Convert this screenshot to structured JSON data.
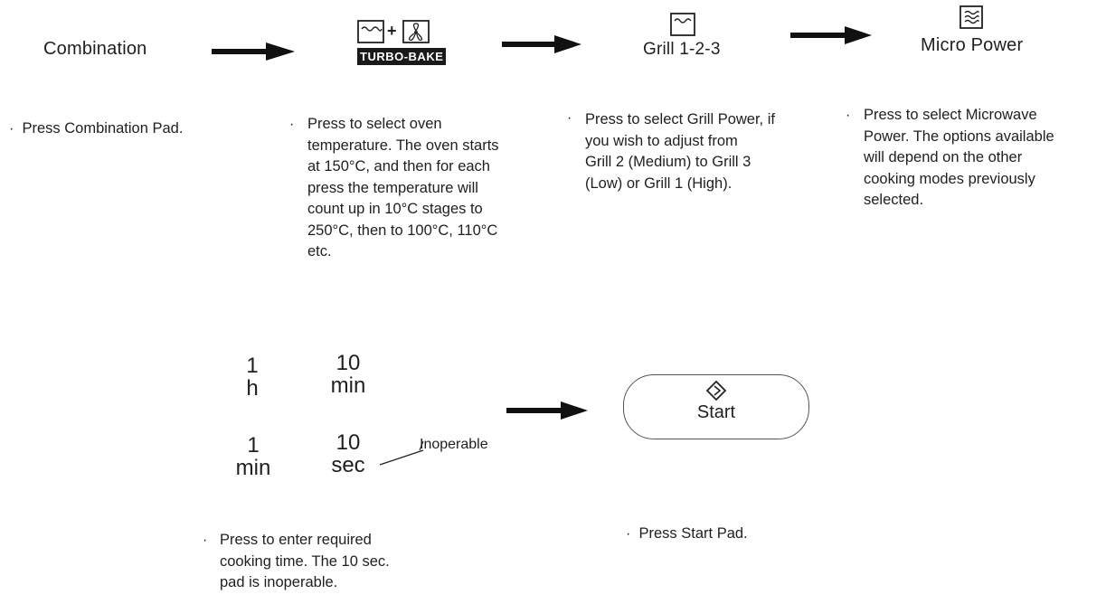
{
  "steps": [
    {
      "pad_label": "Combination",
      "description": [
        "Press Combination Pad."
      ]
    },
    {
      "badge": "TURBO-BAKE",
      "plus": "+",
      "icons": [
        "oven-grill-icon",
        "fan-icon"
      ],
      "description": [
        "Press to select oven",
        "temperature. The oven starts",
        "at 150°C, and then for each",
        "press the temperature will",
        "count up in 10°C stages to",
        "250°C, then to 100°C, 110°C",
        "etc."
      ]
    },
    {
      "pad_label": "Grill 1-2-3",
      "icons": [
        "grill-icon"
      ],
      "description": [
        "Press to select Grill Power, if",
        "you wish to adjust from",
        "Grill 2 (Medium) to Grill 3",
        "(Low) or Grill 1 (High)."
      ]
    },
    {
      "pad_label": "Micro Power",
      "icons": [
        "microwave-icon"
      ],
      "description": [
        "Press to select Microwave",
        "Power. The options available",
        "will depend on the other",
        "cooking modes previously",
        "selected."
      ]
    }
  ],
  "time_pads": [
    {
      "value": "1",
      "unit": "h"
    },
    {
      "value": "10",
      "unit": "min"
    },
    {
      "value": "1",
      "unit": "min"
    },
    {
      "value": "10",
      "unit": "sec"
    }
  ],
  "inoperable_note": "Inoperable",
  "time_description": [
    "Press to enter required",
    "cooking time. The 10 sec.",
    "pad is inoperable."
  ],
  "start_button": {
    "label": "Start",
    "icon": "start-diamond-icon"
  },
  "start_description": [
    "Press Start Pad."
  ],
  "bullet": "·"
}
